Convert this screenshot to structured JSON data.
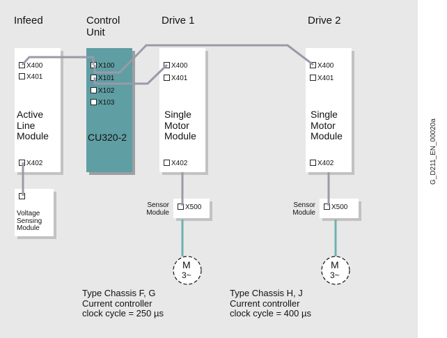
{
  "headers": {
    "infeed": "Infeed",
    "control_unit_line1": "Control",
    "control_unit_line2": "Unit",
    "drive1": "Drive 1",
    "drive2": "Drive 2"
  },
  "infeed_module": {
    "ports": [
      "X400",
      "X401"
    ],
    "name_lines": [
      "Active",
      "Line",
      "Module"
    ],
    "bottom_port": "X402"
  },
  "control_unit": {
    "ports": [
      "X100",
      "X101",
      "X102",
      "X103"
    ],
    "name": "CU320-2"
  },
  "drive1_module": {
    "ports": [
      "X400",
      "X401"
    ],
    "name_lines": [
      "Single",
      "Motor",
      "Module"
    ],
    "bottom_port": "X402"
  },
  "drive2_module": {
    "ports": [
      "X400",
      "X401"
    ],
    "name_lines": [
      "Single",
      "Motor",
      "Module"
    ],
    "bottom_port": "X402"
  },
  "voltage_sensing_module": {
    "lines": [
      "Voltage",
      "Sensing",
      "Module"
    ]
  },
  "sensor_module_1": {
    "label_lines": [
      "Sensor",
      "Module"
    ],
    "port": "X500"
  },
  "sensor_module_2": {
    "label_lines": [
      "Sensor",
      "Module"
    ],
    "port": "X500"
  },
  "motor_1": {
    "letter": "M",
    "phase": "3~"
  },
  "motor_2": {
    "letter": "M",
    "phase": "3~"
  },
  "caption_1": [
    "Type Chassis F, G",
    "Current controller",
    "clock cycle = 250 µs"
  ],
  "caption_2": [
    "Type Chassis H, J",
    "Current controller",
    "clock cycle = 400 µs"
  ],
  "figure_id": "G_D211_EN_00020a",
  "colors": {
    "panel_bg": "#e8e8e8",
    "control_unit_fill": "#5f9ea3",
    "drive_cliq_wire": "#9a9aaa",
    "encoder_cable": "#6fb0b0"
  }
}
